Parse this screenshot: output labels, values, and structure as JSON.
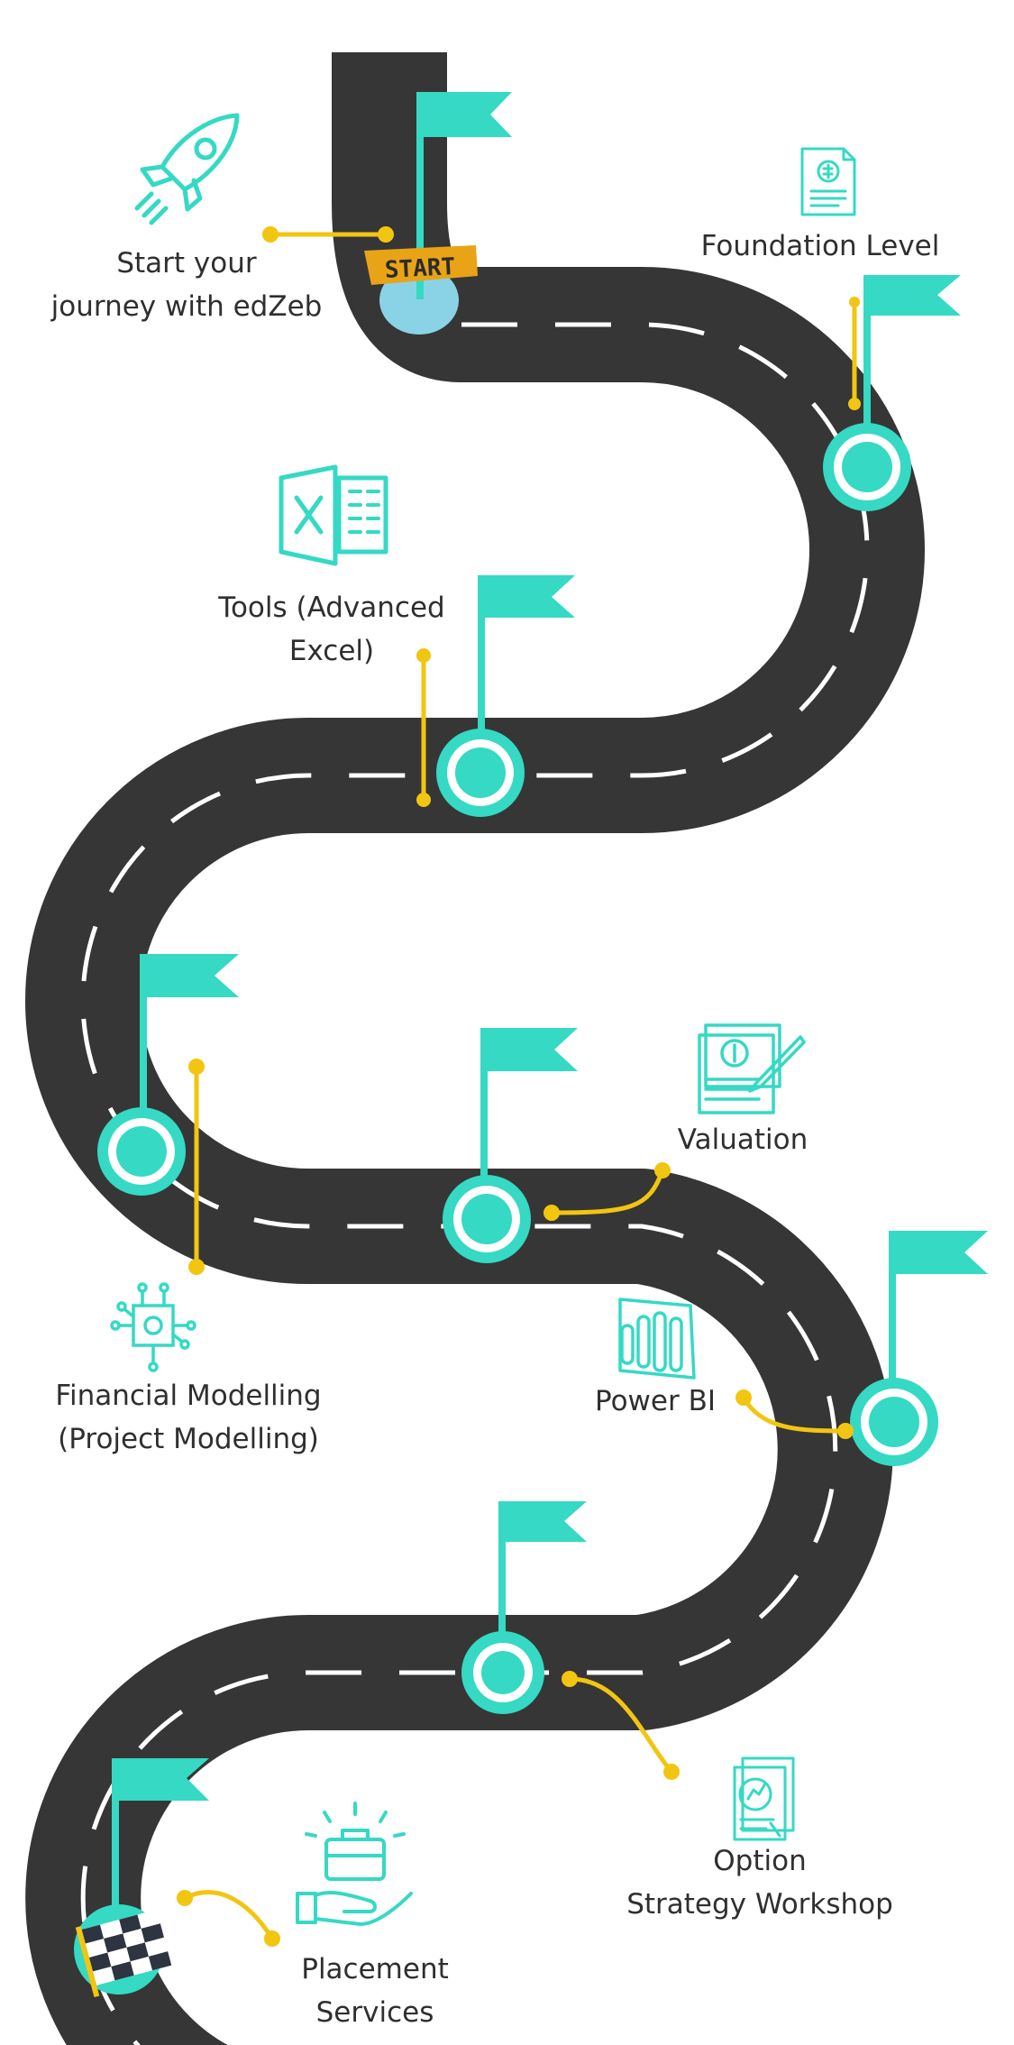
{
  "roadmap": {
    "start_sign": "START",
    "colors": {
      "road": "#363636",
      "lane_marking": "#ffffff",
      "flag": "#35d9c4",
      "connector": "#f2c511",
      "start_sign": "#e8a317",
      "text": "#2f2f2f"
    },
    "milestones": [
      {
        "id": "start",
        "icon": "rocket-icon",
        "lines": [
          "Start your",
          "journey with edZeb"
        ]
      },
      {
        "id": "foundation",
        "icon": "finance-document-icon",
        "lines": [
          "Foundation Level"
        ]
      },
      {
        "id": "tools",
        "icon": "excel-icon",
        "lines": [
          "Tools (Advanced",
          "Excel)"
        ]
      },
      {
        "id": "financial-modelling",
        "icon": "circuit-gear-icon",
        "lines": [
          "Financial Modelling",
          "(Project Modelling)"
        ]
      },
      {
        "id": "valuation",
        "icon": "cheque-dollar-icon",
        "lines": [
          "Valuation"
        ]
      },
      {
        "id": "power-bi",
        "icon": "power-bi-icon",
        "lines": [
          "Power BI"
        ]
      },
      {
        "id": "option-strategy",
        "icon": "strategy-report-icon",
        "lines": [
          "Option",
          "Strategy Workshop"
        ]
      },
      {
        "id": "placement",
        "icon": "briefcase-hand-icon",
        "lines": [
          "Placement",
          "Services"
        ]
      }
    ]
  }
}
